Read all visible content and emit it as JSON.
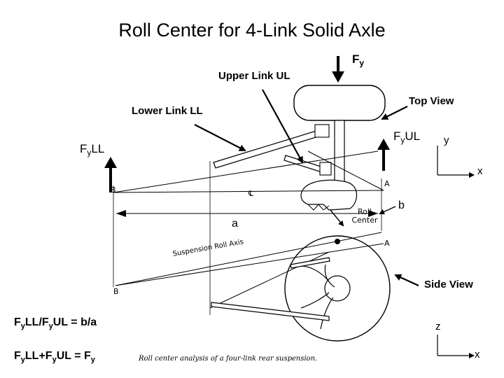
{
  "title": "Roll Center for 4-Link Solid Axle",
  "labels": {
    "fy_top": "F",
    "fy_top_sub": "y",
    "upper_link": "Upper Link UL",
    "lower_link": "Lower Link LL",
    "top_view": "Top View",
    "side_view": "Side View",
    "fyll": "F",
    "fyll_sub": "y",
    "fyll_rest": "LL",
    "fyul": "F",
    "fyul_sub": "y",
    "fyul_rest": "UL",
    "a": "a",
    "b": "b"
  },
  "axes_top": {
    "y": "y",
    "x": "x"
  },
  "axes_side": {
    "z": "z",
    "x": "x"
  },
  "figure_text": {
    "B_top": "B",
    "A_top": "A",
    "cl": "℄",
    "roll_center": "Roll Center",
    "susp_axis": "Suspension Roll Axis",
    "A_side": "A",
    "B_side": "B"
  },
  "equations": {
    "eq1": {
      "p1": "F",
      "s1": "y",
      "p2": "LL/F",
      "s2": "y",
      "p3": "UL = b/a"
    },
    "eq2": {
      "p1": "F",
      "s1": "y",
      "p2": "LL+F",
      "s2": "y",
      "p3": "UL = F",
      "s3": "y"
    }
  },
  "caption": "Roll center analysis of a four-link rear suspension."
}
